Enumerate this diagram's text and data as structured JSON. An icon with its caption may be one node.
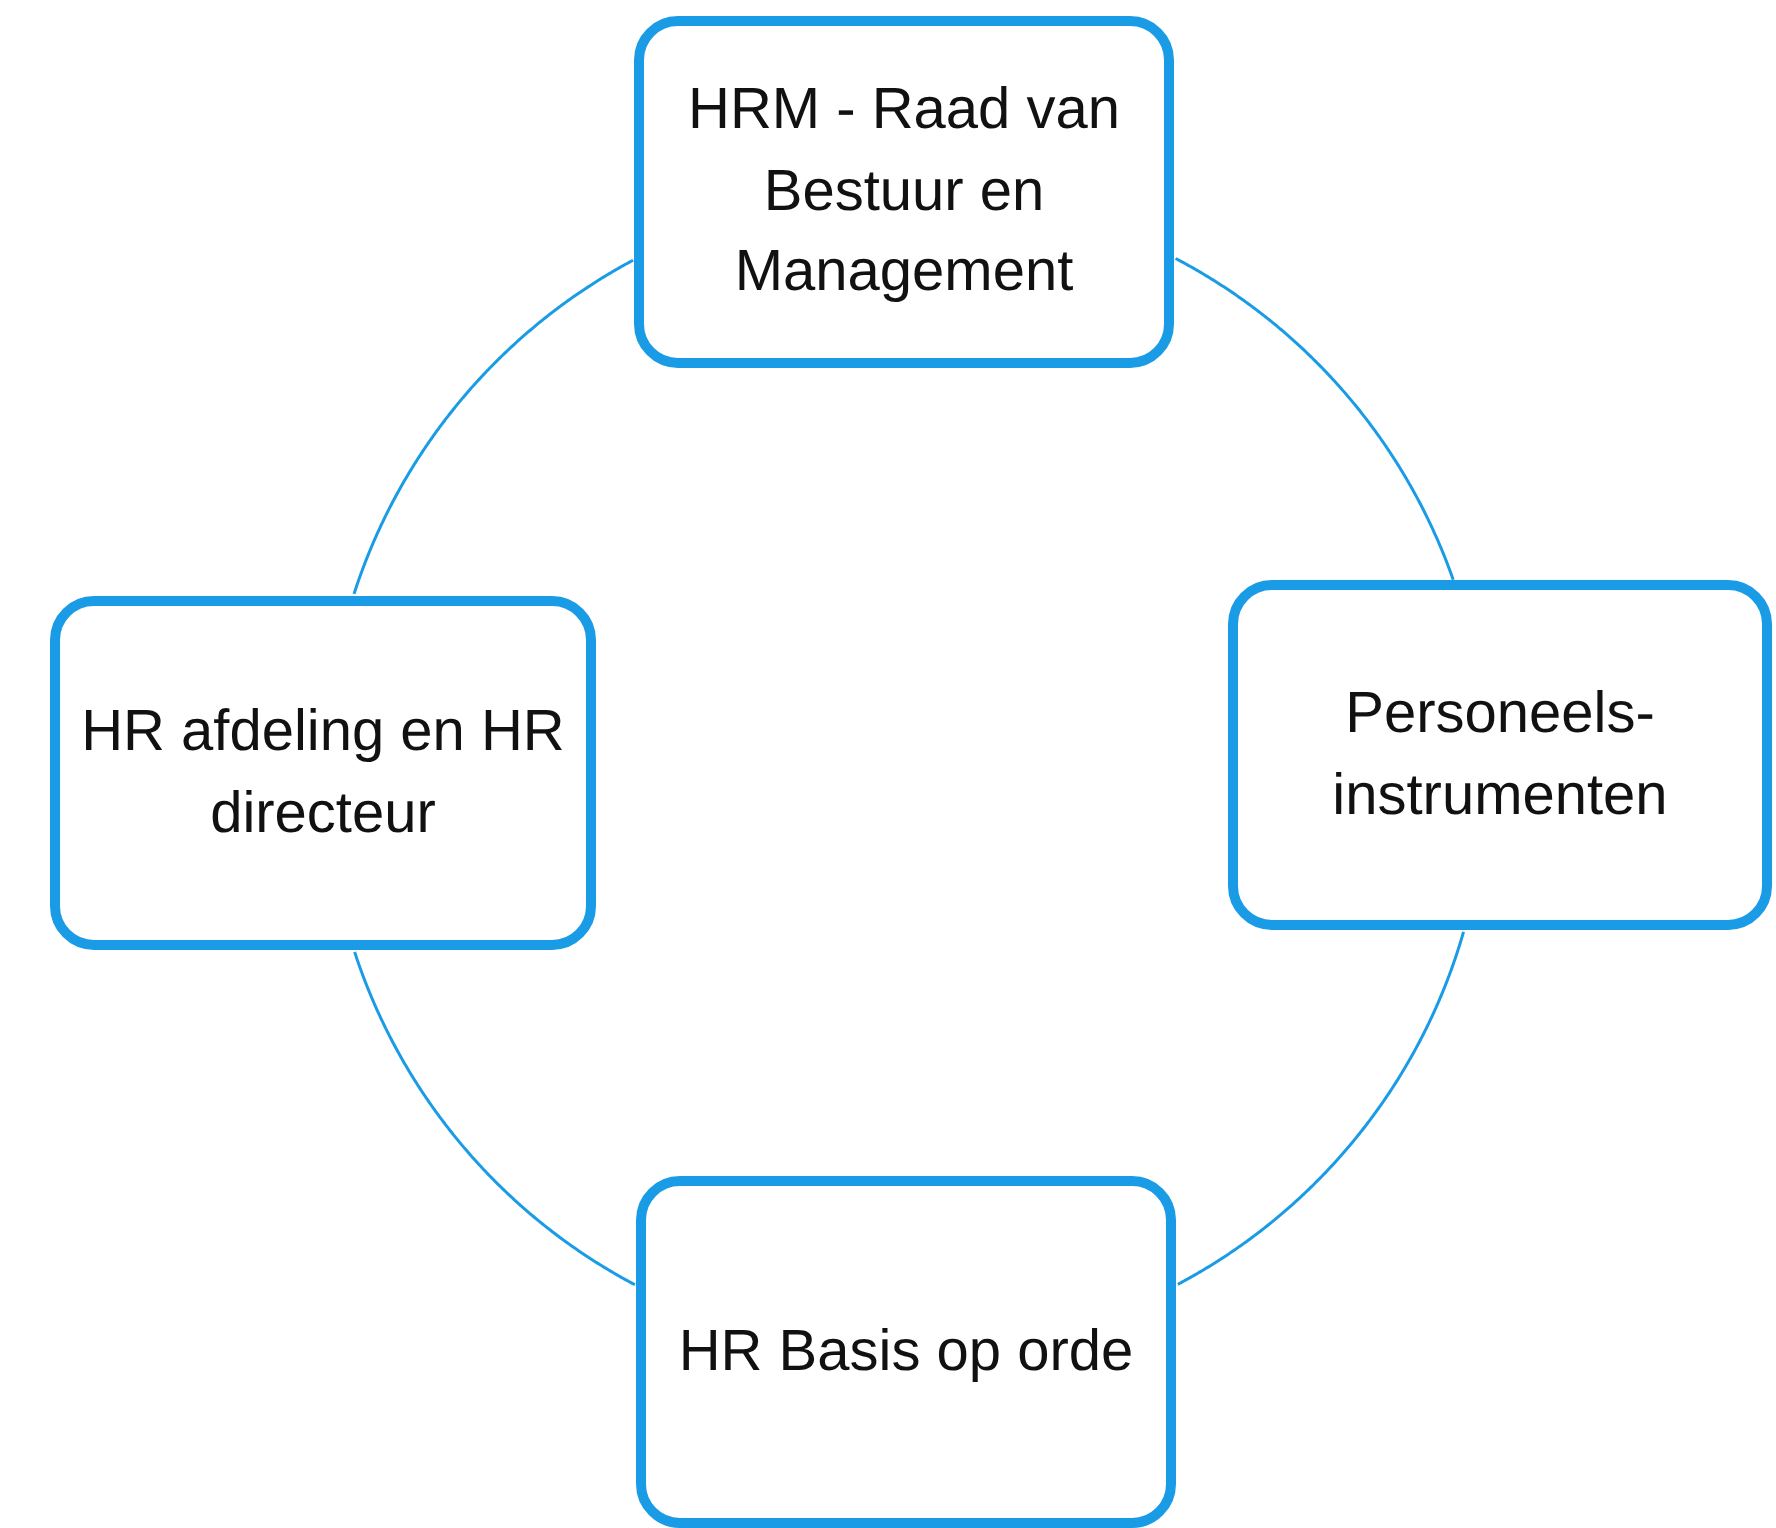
{
  "diagram": {
    "nodes": [
      {
        "text": [
          "HRM - Raad van Bestuur en Management"
        ]
      },
      {
        "text": [
          "HR afdeling en HR directeur"
        ]
      },
      {
        "text": [
          "Personeels-instrumenten"
        ]
      },
      {
        "text": [
          "HR Basis op orde"
        ]
      }
    ],
    "edges": [
      {
        "from": 0,
        "to": 2,
        "arrow": "none"
      },
      {
        "from": 2,
        "to": 3,
        "arrow": "none"
      },
      {
        "from": 3,
        "to": 1,
        "arrow": "none"
      },
      {
        "from": 1,
        "to": 0,
        "arrow": "none"
      }
    ]
  }
}
